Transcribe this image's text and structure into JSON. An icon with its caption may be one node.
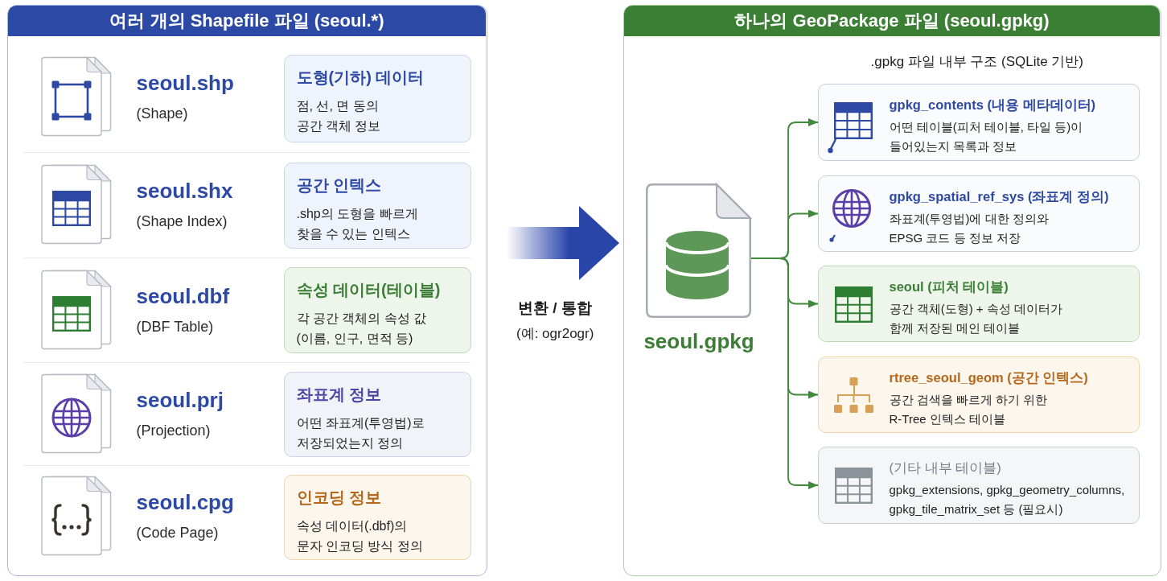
{
  "diagram": {
    "nodes": [
      {
        "text": [
          "여러 개의 Shapefile 파일 (seoul.*)"
        ]
      },
      {
        "text": [
          "seoul.shp",
          "(Shape)"
        ],
        "in": 0
      },
      {
        "text": [
          "도형(기하) 데이터",
          "점, 선, 면 동의 공간 객체 정보"
        ],
        "in": 0
      },
      {
        "text": [
          "seoul.shx",
          "(Shape Index)"
        ],
        "in": 0
      },
      {
        "text": [
          "공간 인텍스",
          ".shp의 도형을 빠르게 찾을 수 있는 인텍스"
        ],
        "in": 0
      },
      {
        "text": [
          "seoul.dbf",
          "(DBF Table)"
        ],
        "in": 0
      },
      {
        "text": [
          "속성 데이터(테이블)",
          "각 공간 객체의 속성 값 (이름, 인구, 면적 등)"
        ],
        "in": 0
      },
      {
        "text": [
          "seoul.prj",
          "(Projection)"
        ],
        "in": 0
      },
      {
        "text": [
          "좌표계 정보",
          "어떤 좌표계(투영법)로 저장되었는지 정의"
        ],
        "in": 0
      },
      {
        "text": [
          "seoul.cpg",
          "(Code Page)"
        ],
        "in": 0
      },
      {
        "text": [
          "인코딩 정보",
          "속성 데이터(.dbf)의 문자 인코딩 방식 정의"
        ],
        "in": 0
      },
      {
        "text": [
          "하나의 GeoPackage 파일 (seoul.gpkg)"
        ]
      },
      {
        "text": [
          "seoul.gpkg"
        ],
        "in": 11
      },
      {
        "text": [
          "gpkg_contents (내용 메타데이터)",
          "어떤 테이블(피처 테이블, 타일 등)이 들어있는지 목록과 정보"
        ],
        "in": 11
      },
      {
        "text": [
          "gpkg_spatial_ref_sys (좌표계 정의)",
          "좌표계(투영법)에 대한 정의와 EPSG 코드 등 정보 저장"
        ],
        "in": 11
      },
      {
        "text": [
          "seoul (피처 테이블)",
          "공간 객체(도형) + 속성 데이터가 함께 저장된 메인 테이블"
        ],
        "in": 11
      },
      {
        "text": [
          "rtree_seoul_geom (공간 인텍스)",
          "공간 검색을 빠르게 하기 위한 R-Tree 인텍스 테이블"
        ],
        "in": 11
      },
      {
        "text": [
          "(기타 내부 테이블)",
          "gpkg_extensions, gpkg_geometry_columns, gpkg_tile_matrix_set 등 (필요시)"
        ],
        "in": 11
      }
    ],
    "edges": [
      {
        "from": 0,
        "to": 11,
        "arrow": "to",
        "label": "변환 / 통합",
        "style": "thick",
        "color": "#2a45a8"
      },
      {
        "from": 12,
        "to": 13,
        "arrow": "to"
      },
      {
        "from": 12,
        "to": 14,
        "arrow": "to"
      },
      {
        "from": 12,
        "to": 15,
        "arrow": "to"
      },
      {
        "from": 12,
        "to": 16,
        "arrow": "to"
      },
      {
        "from": 12,
        "to": 17,
        "arrow": "to"
      }
    ],
    "labels": [
      "(예: ogr2ogr)",
      ".gpkg 파일 내부 구조 (SQLite 기반)"
    ]
  }
}
